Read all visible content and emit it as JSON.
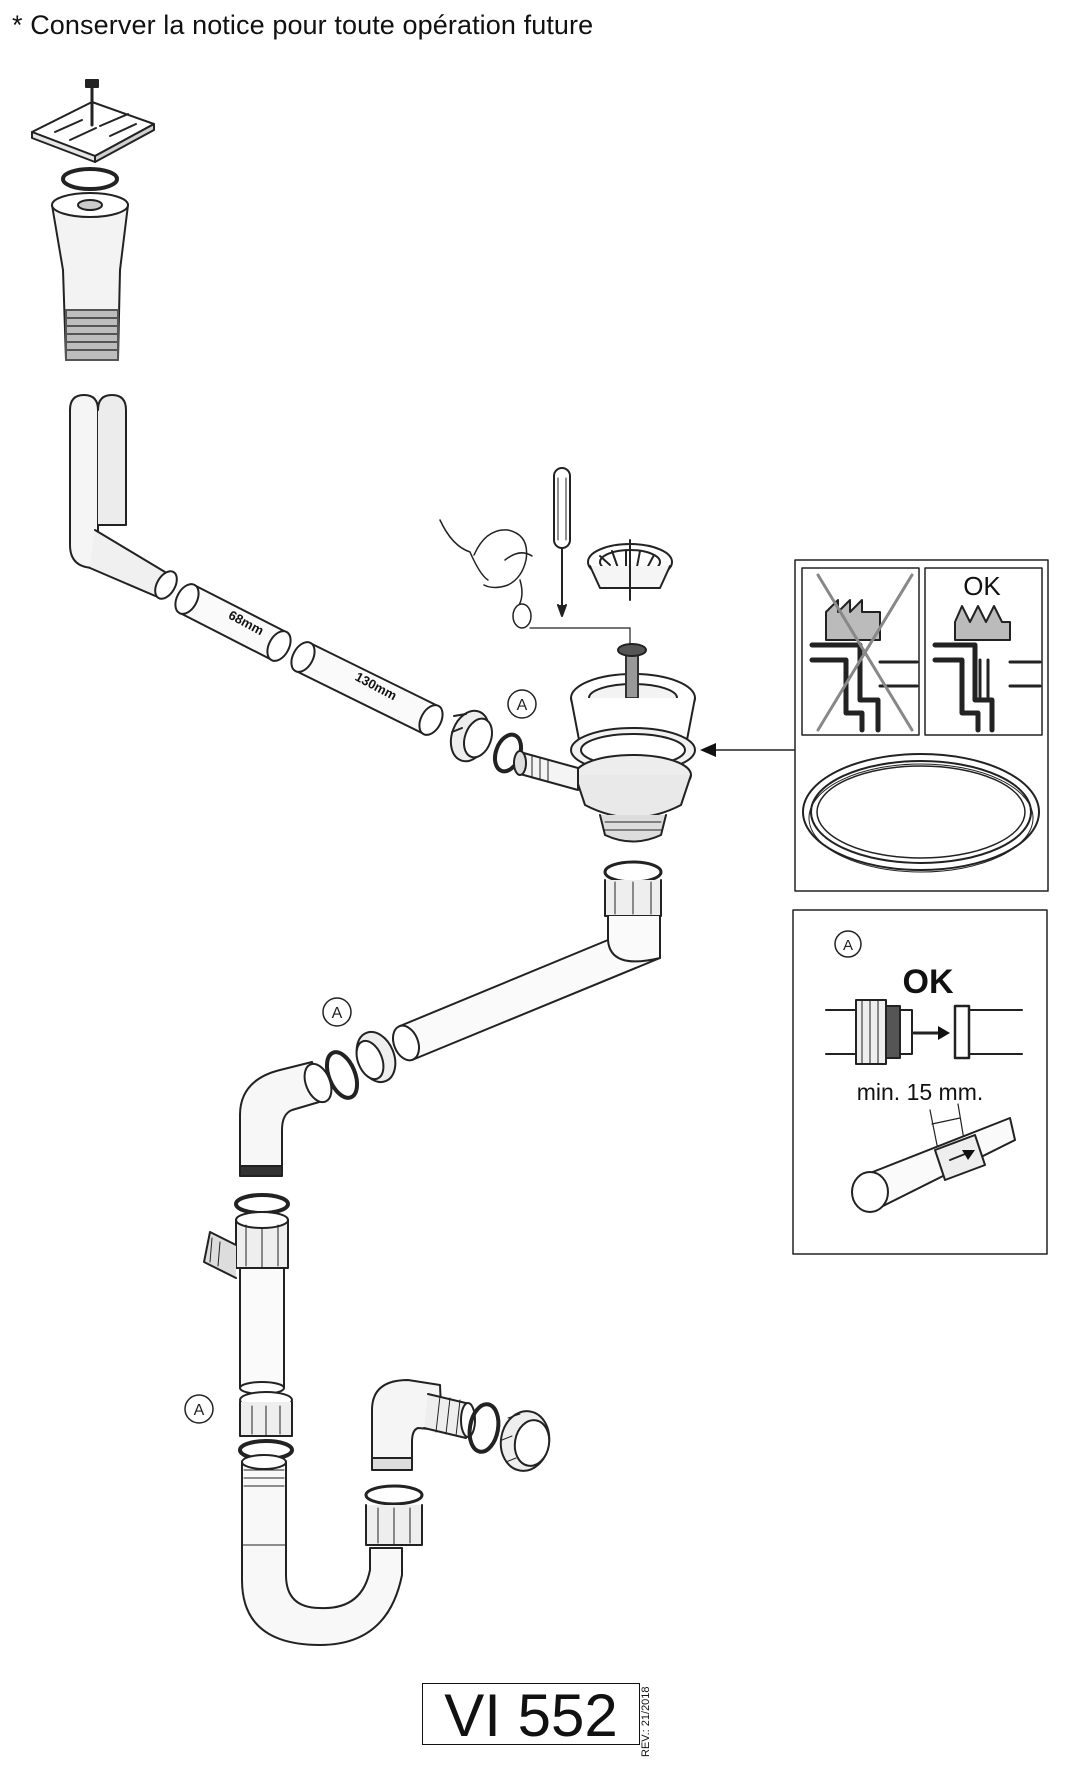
{
  "note": "* Conserver la notice pour toute opération future",
  "pipe_labels": {
    "short_extension": "68mm",
    "long_extension": "130mm"
  },
  "callout_marker": "A",
  "inset_gasket": {
    "ok_label": "OK"
  },
  "inset_connection": {
    "marker": "A",
    "ok_label": "OK",
    "min_length": "min. 15 mm."
  },
  "model": "VI 552",
  "revision": "REV.: 21/2018"
}
